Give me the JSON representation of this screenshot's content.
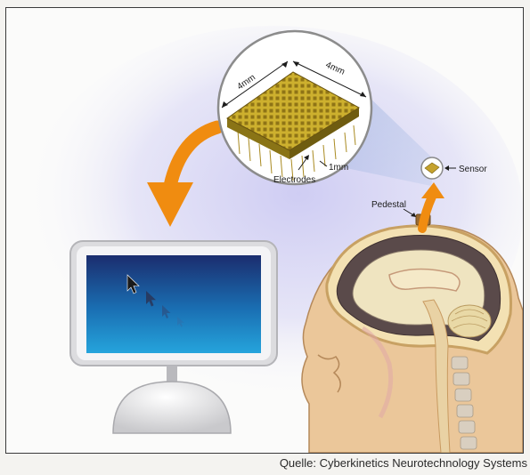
{
  "labels": {
    "width": "4mm",
    "depth": "4mm",
    "spacing": "1mm",
    "electrodes": "Electrodes",
    "sensor": "Sensor",
    "pedestal": "Pedestal"
  },
  "source": "Quelle: Cyberkinetics Neurotechnology Systems",
  "colors": {
    "arrow": "#f08c10",
    "screen": "#1a73b6",
    "chip": "#cfae2c",
    "skin": "#ebc79a",
    "brain": "#e4dcb8"
  },
  "icons": [
    "cursor-icon"
  ]
}
